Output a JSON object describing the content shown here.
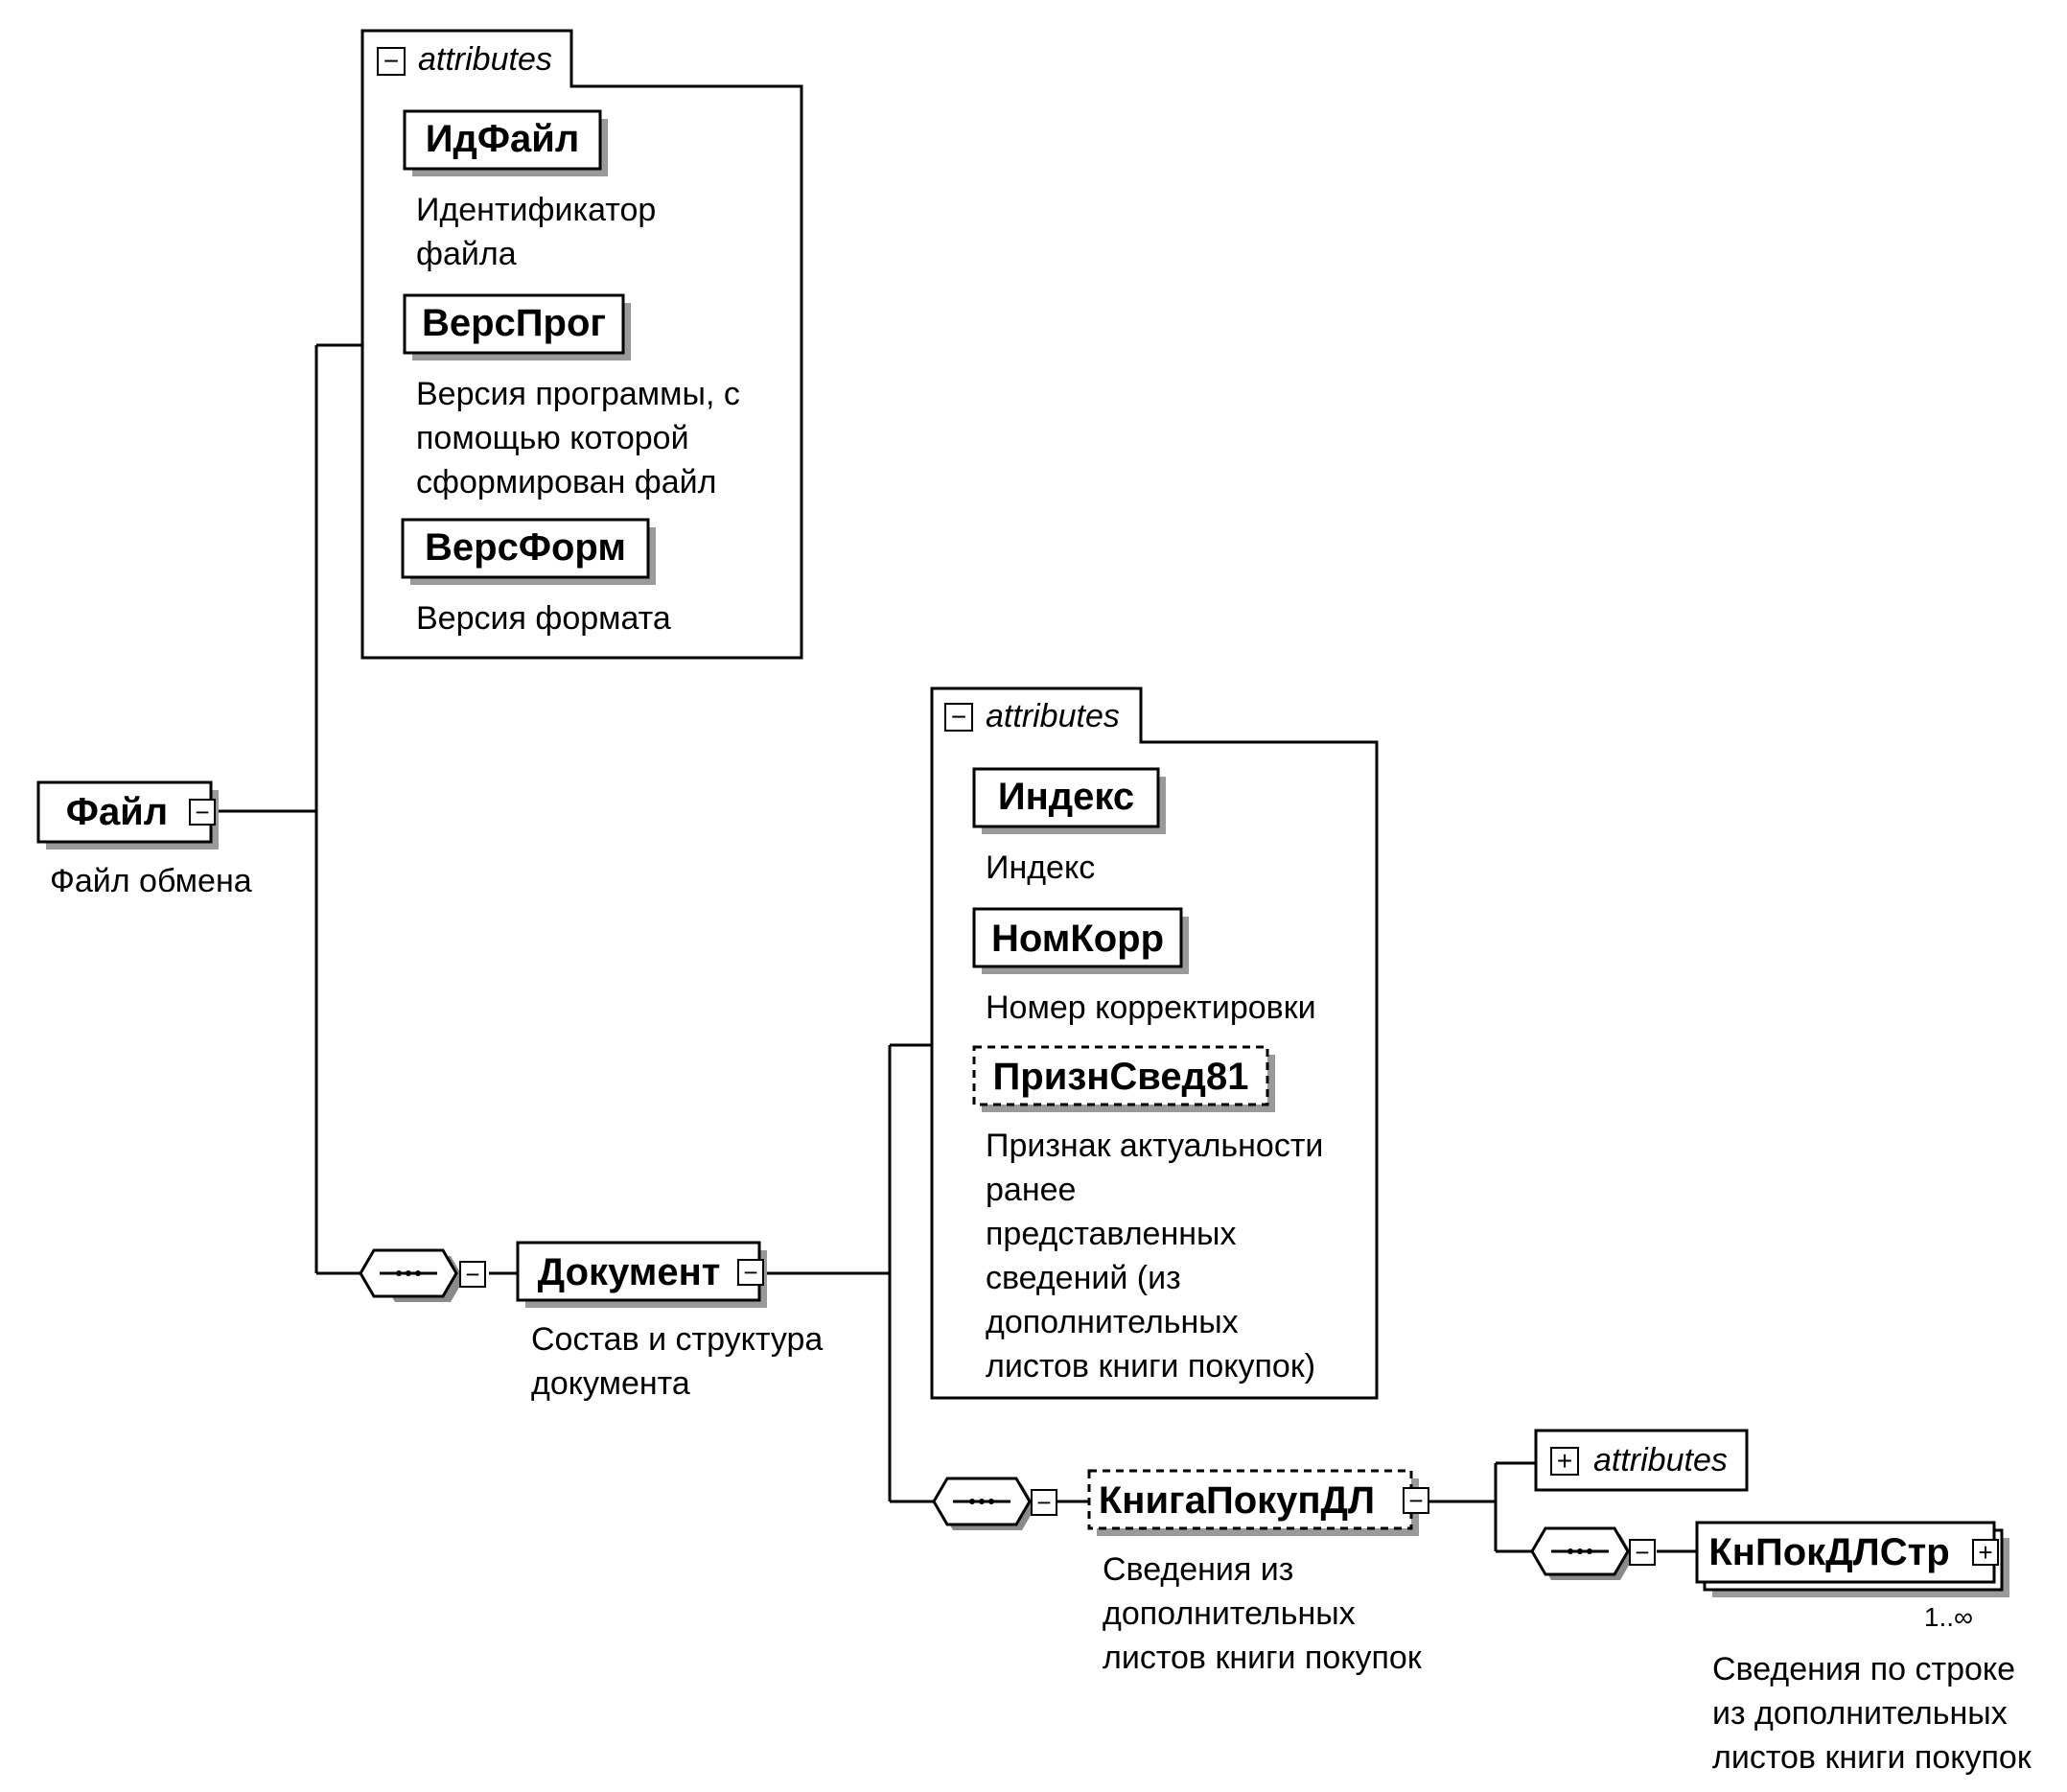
{
  "attribute_groups": {
    "file": {
      "title": "attributes",
      "toggle": "−"
    },
    "document": {
      "title": "attributes",
      "toggle": "−"
    },
    "book": {
      "title": "attributes",
      "toggle": "+"
    }
  },
  "elements": {
    "file": {
      "name": "Файл",
      "annotation": [
        "Файл обмена"
      ],
      "toggle": "−"
    },
    "id_file": {
      "name": "ИдФайл",
      "annotation": [
        "Идентификатор",
        "файла"
      ]
    },
    "vers_prog": {
      "name": "ВерсПрог",
      "annotation": [
        "Версия программы, с",
        "помощью которой",
        "сформирован файл"
      ]
    },
    "vers_form": {
      "name": "ВерсФорм",
      "annotation": [
        "Версия формата"
      ]
    },
    "document": {
      "name": "Документ",
      "annotation": [
        "Состав и структура",
        "документа"
      ],
      "toggle": "−"
    },
    "index": {
      "name": "Индекс",
      "annotation": [
        "Индекс"
      ]
    },
    "nom_korr": {
      "name": "НомКорр",
      "annotation": [
        "Номер корректировки"
      ]
    },
    "prizn_sved": {
      "name": "ПризнСвед81",
      "annotation": [
        "Признак актуальности",
        "ранее",
        "представленных",
        "сведений (из",
        "дополнительных",
        "листов книги покупок)"
      ]
    },
    "kniga": {
      "name": "КнигаПокупДЛ",
      "annotation": [
        "Сведения из",
        "дополнительных",
        "листов книги покупок"
      ],
      "toggle": "−"
    },
    "knpok": {
      "name": "КнПокДЛСтр",
      "annotation": [
        "Сведения по строке",
        "из дополнительных",
        "листов книги покупок"
      ],
      "toggle": "+",
      "multiplicity": "1..∞"
    }
  },
  "compositor_toggle": "−"
}
